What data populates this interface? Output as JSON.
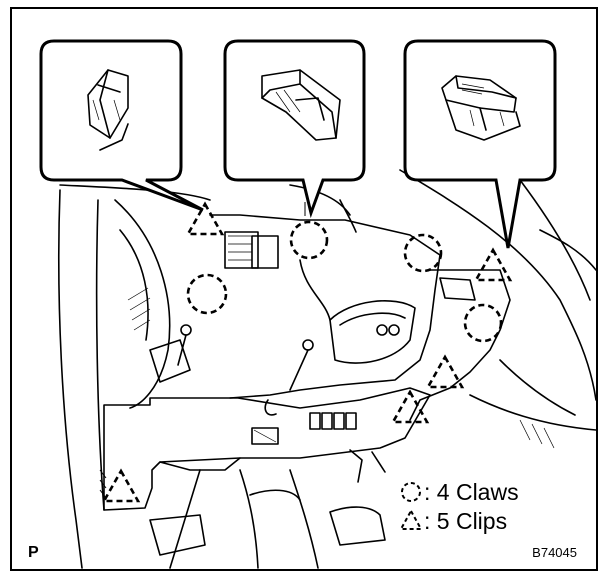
{
  "figure": {
    "corner_label": "P",
    "figure_id": "B74045"
  },
  "legend": [
    {
      "icon": "dashed-circle-icon",
      "text": ": 4 Claws"
    },
    {
      "icon": "dashed-triangle-icon",
      "text": ": 5 Clips"
    }
  ]
}
